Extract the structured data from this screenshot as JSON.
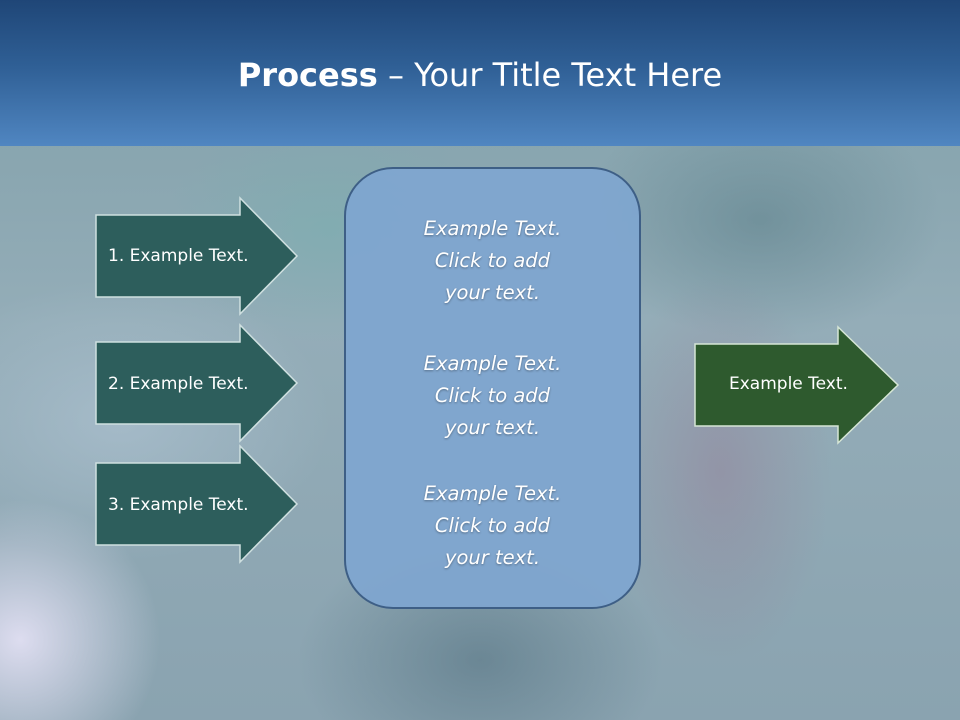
{
  "slide": {
    "title_bold": "Process",
    "title_rest": " – Your Title Text Here"
  },
  "left_arrows": [
    {
      "label": "1. Example Text."
    },
    {
      "label": "2. Example Text."
    },
    {
      "label": "3. Example Text."
    }
  ],
  "center_box": {
    "paragraphs": [
      "Example Text.\nClick  to add\nyour text.",
      "Example Text.\nClick  to add\nyour text.",
      "Example Text.\nClick  to add\nyour text."
    ]
  },
  "right_arrow": {
    "label": "Example Text."
  },
  "colors": {
    "header_dark": "#1f4677",
    "header_light": "#5086c1",
    "left_arrow_fill": "#2d5e5c",
    "right_arrow_fill": "#2e5a2e",
    "center_box_fill": "#7fa6d0",
    "center_box_stroke": "#3e5f86"
  }
}
